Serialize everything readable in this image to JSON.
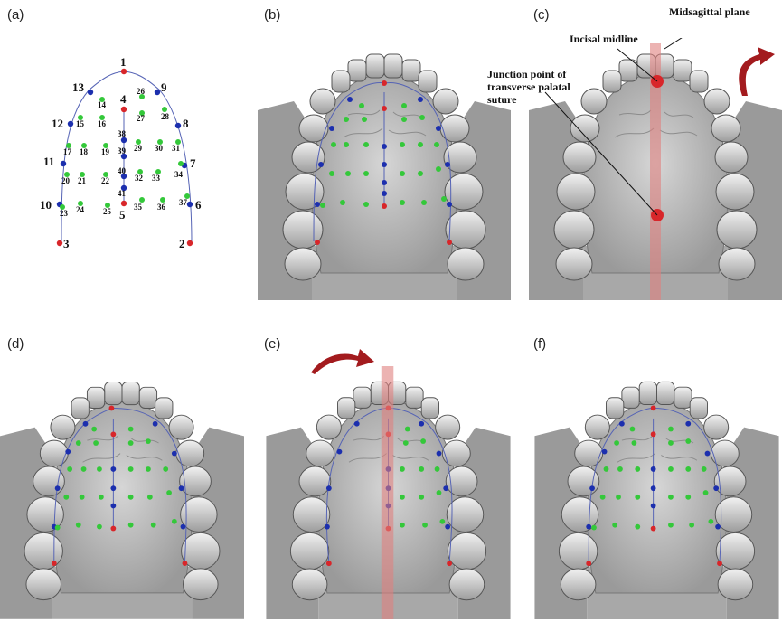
{
  "figure": {
    "panels": [
      {
        "id": "a",
        "label": "(a)"
      },
      {
        "id": "b",
        "label": "(b)"
      },
      {
        "id": "c",
        "label": "(c)"
      },
      {
        "id": "d",
        "label": "(d)"
      },
      {
        "id": "e",
        "label": "(e)"
      },
      {
        "id": "f",
        "label": "(f)"
      }
    ],
    "annotations": {
      "midsagittal_plane": "Midsagittal plane",
      "incisal_midline": "Incisal midline",
      "junction_line1": "Junction point of",
      "junction_line2": "transverse palatal",
      "junction_line3": "suture"
    },
    "landmarks": {
      "arch": [
        "1",
        "2",
        "3",
        "4",
        "5",
        "6",
        "7",
        "8",
        "9",
        "10",
        "11",
        "12",
        "13"
      ],
      "midline": [
        "38",
        "39",
        "40",
        "41"
      ],
      "left_points": [
        "14",
        "15",
        "16",
        "17",
        "18",
        "19",
        "20",
        "21",
        "22",
        "23",
        "24",
        "25"
      ],
      "right_points": [
        "26",
        "27",
        "28",
        "29",
        "30",
        "31",
        "32",
        "33",
        "34",
        "35",
        "36",
        "37"
      ]
    },
    "colors": {
      "red": "#d8262a",
      "blue": "#1c2fae",
      "green": "#34c83a",
      "curve": "#5563b5",
      "plane": "#e0807e",
      "arrow": "#a31b1e"
    }
  }
}
